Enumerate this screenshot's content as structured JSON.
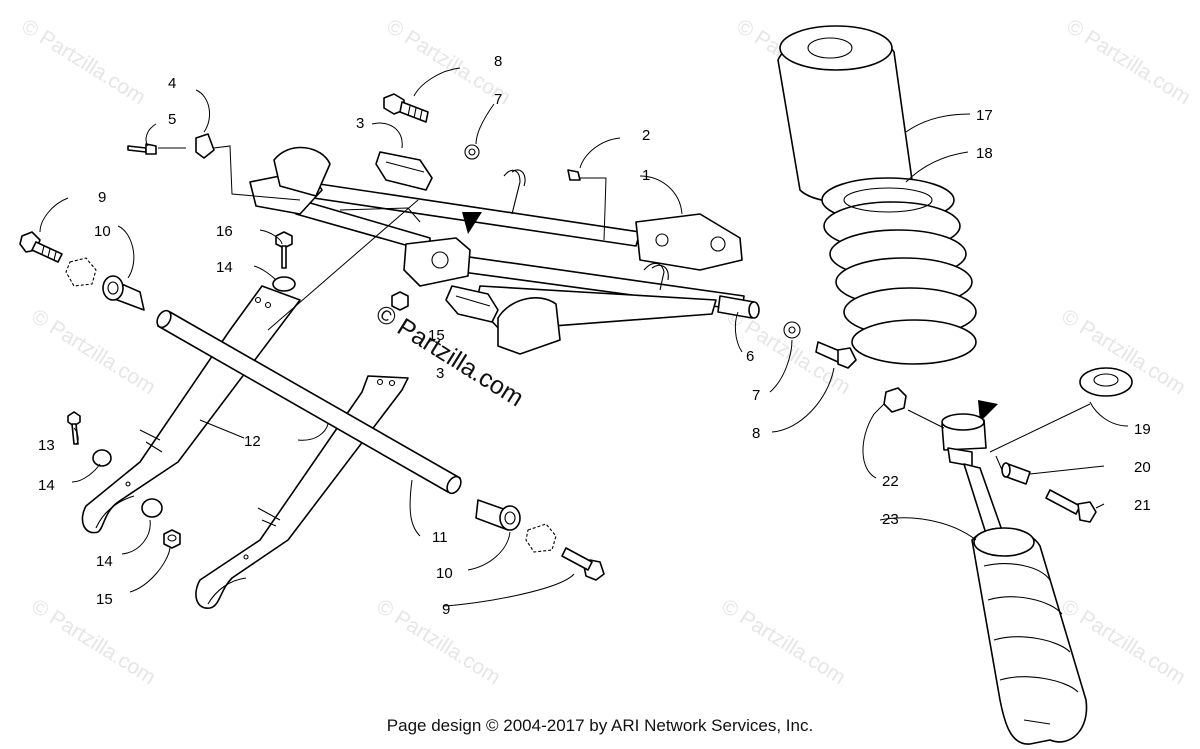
{
  "watermark": {
    "text": "© Partzilla.com",
    "prominent_text": "© Partzilla.com"
  },
  "callouts": [
    "1",
    "2",
    "3",
    "3",
    "4",
    "5",
    "6",
    "7",
    "7",
    "8",
    "8",
    "9",
    "9",
    "10",
    "10",
    "11",
    "12",
    "13",
    "14",
    "14",
    "14",
    "15",
    "15",
    "16",
    "17",
    "18",
    "19",
    "20",
    "21",
    "22",
    "23"
  ],
  "footer": {
    "text": "Page design © 2004-2017 by ARI Network Services, Inc."
  }
}
